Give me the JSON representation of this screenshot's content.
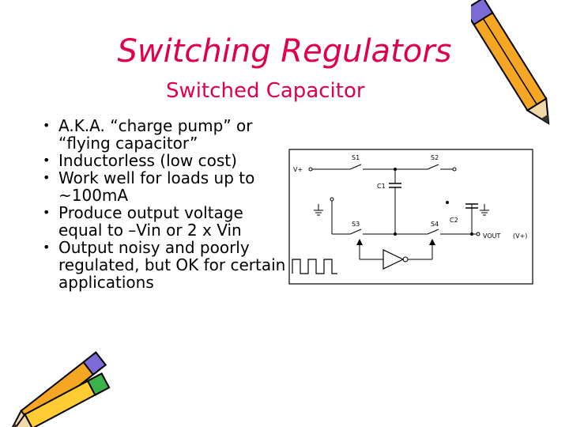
{
  "slide": {
    "title": "Switching Regulators",
    "subtitle": "Switched Capacitor",
    "bullets": [
      "A.K.A. “charge pump” or “flying capacitor”",
      "Inductorless (low cost)",
      "Work well for loads up to ~100mA",
      "Produce output voltage equal to –Vin or 2 x Vin",
      "Output noisy and poorly regulated, but OK for certain applications"
    ]
  },
  "schematic": {
    "labels": {
      "vin": "V+",
      "s1": "S1",
      "s2": "S2",
      "s3": "S3",
      "s4": "S4",
      "c1": "C1",
      "c2": "C2",
      "vout": "VOUT",
      "vout_note": "(V+)"
    }
  },
  "decor": {
    "icons": [
      "pencil-icon",
      "pencil-icon"
    ],
    "colors": {
      "title": "#e0004a",
      "pencil_body": "#f5a623",
      "pencil_band": "#7c6bd6"
    }
  }
}
